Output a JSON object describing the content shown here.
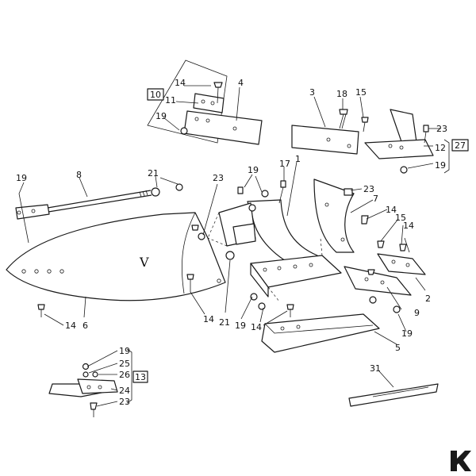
{
  "part_numbers": [
    "1",
    "2",
    "3",
    "4",
    "5",
    "6",
    "7",
    "8",
    "9",
    "11",
    "12",
    "14",
    "15",
    "17",
    "18",
    "19",
    "21",
    "23",
    "24",
    "25",
    "26",
    "31"
  ],
  "group_labels": [
    "10",
    "13",
    "27"
  ],
  "body_letter": "V",
  "logo": "K"
}
